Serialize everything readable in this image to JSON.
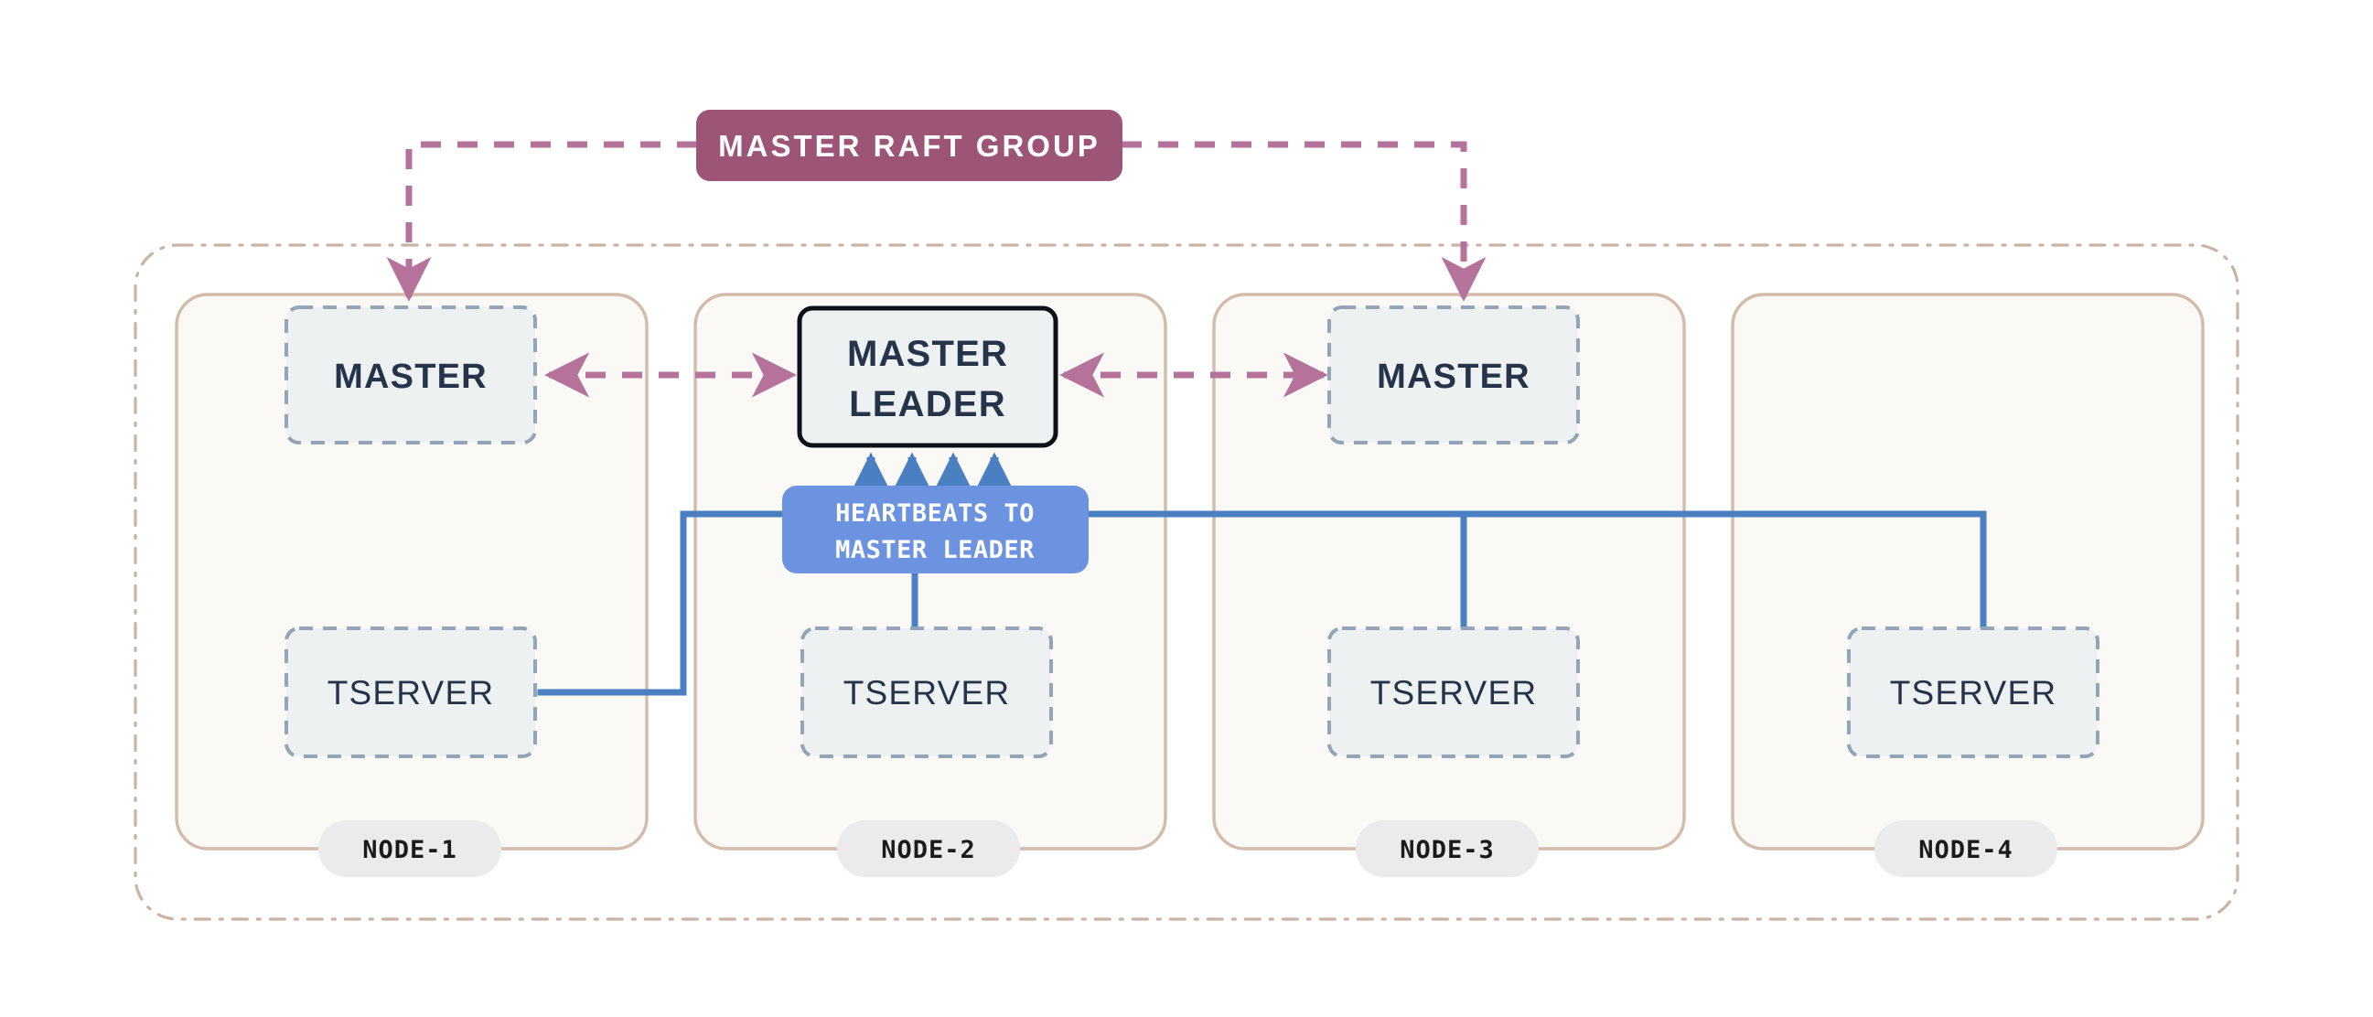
{
  "diagram": {
    "title": "YugabyteDB cluster master raft group and heartbeats topology",
    "colors": {
      "page_background": "#ffffff",
      "cluster_border": "#c9b4a4",
      "node_border": "#d3bbab",
      "node_fill": "#fbf9f6",
      "service_box_fill": "#eef1f1",
      "service_box_border": "#91a4b8",
      "leader_border": "#0d1117",
      "raft_group_fill": "#9c5577",
      "raft_arrow": "#b5739b",
      "heartbeat_fill": "#6b93e0",
      "heartbeat_line": "#4a7fc1",
      "badge_fill": "#ebebeb",
      "text_dark": "#25344b",
      "text_badge": "#1b1b1b"
    },
    "raft_group": {
      "label": "MASTER RAFT GROUP"
    },
    "heartbeats": {
      "line1": "HEARTBEATS TO",
      "line2": "MASTER LEADER"
    },
    "cluster": {
      "nodes": [
        {
          "id": "node-1",
          "badge": "NODE-1",
          "services": [
            {
              "role": "master",
              "label": "MASTER",
              "leader": false
            },
            {
              "role": "tserver",
              "label": "TSERVER"
            }
          ]
        },
        {
          "id": "node-2",
          "badge": "NODE-2",
          "services": [
            {
              "role": "master",
              "label_line1": "MASTER",
              "label_line2": "LEADER",
              "leader": true
            },
            {
              "role": "tserver",
              "label": "TSERVER"
            }
          ]
        },
        {
          "id": "node-3",
          "badge": "NODE-3",
          "services": [
            {
              "role": "master",
              "label": "MASTER",
              "leader": false
            },
            {
              "role": "tserver",
              "label": "TSERVER"
            }
          ]
        },
        {
          "id": "node-4",
          "badge": "NODE-4",
          "services": [
            {
              "role": "tserver",
              "label": "TSERVER"
            }
          ]
        }
      ]
    },
    "connections": {
      "raft_replication": "bidirectional dashed link between MASTER LEADER and each MASTER follower",
      "raft_group_membership": "dashed links from MASTER RAFT GROUP down to node-1 MASTER and node-3 MASTER",
      "heartbeat_sources": "all four TSERVERs route into the HEARTBEATS TO MASTER LEADER label, which points up to the MASTER LEADER"
    }
  }
}
